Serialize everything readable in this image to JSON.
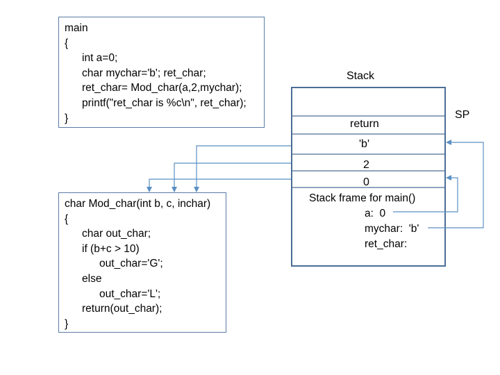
{
  "main_code": {
    "lines": [
      "main",
      "{",
      "int a=0;",
      "char mychar='b'; ret_char;",
      "ret_char= Mod_char(a,2,mychar);",
      "printf(\"ret_char is %c\\n\", ret_char);",
      "}"
    ]
  },
  "mod_char_code": {
    "lines": [
      "char Mod_char(int b, c, inchar)",
      "{",
      "char out_char;",
      "if (b+c > 10)",
      "out_char='G';",
      "else",
      "out_char='L';",
      "return(out_char);",
      "}"
    ]
  },
  "stack": {
    "title": "Stack",
    "sp_label": "SP",
    "slots": [
      "",
      "return",
      "'b'",
      "2",
      "0"
    ],
    "frame": {
      "title": "Stack frame for main()",
      "a": "a:  0",
      "mychar": "mychar:  'b'",
      "ret_char": "ret_char:"
    }
  },
  "colors": {
    "box_border": "#5a7aa5",
    "stack_border": "#4a6d96",
    "arrow": "#5a8fc4"
  }
}
